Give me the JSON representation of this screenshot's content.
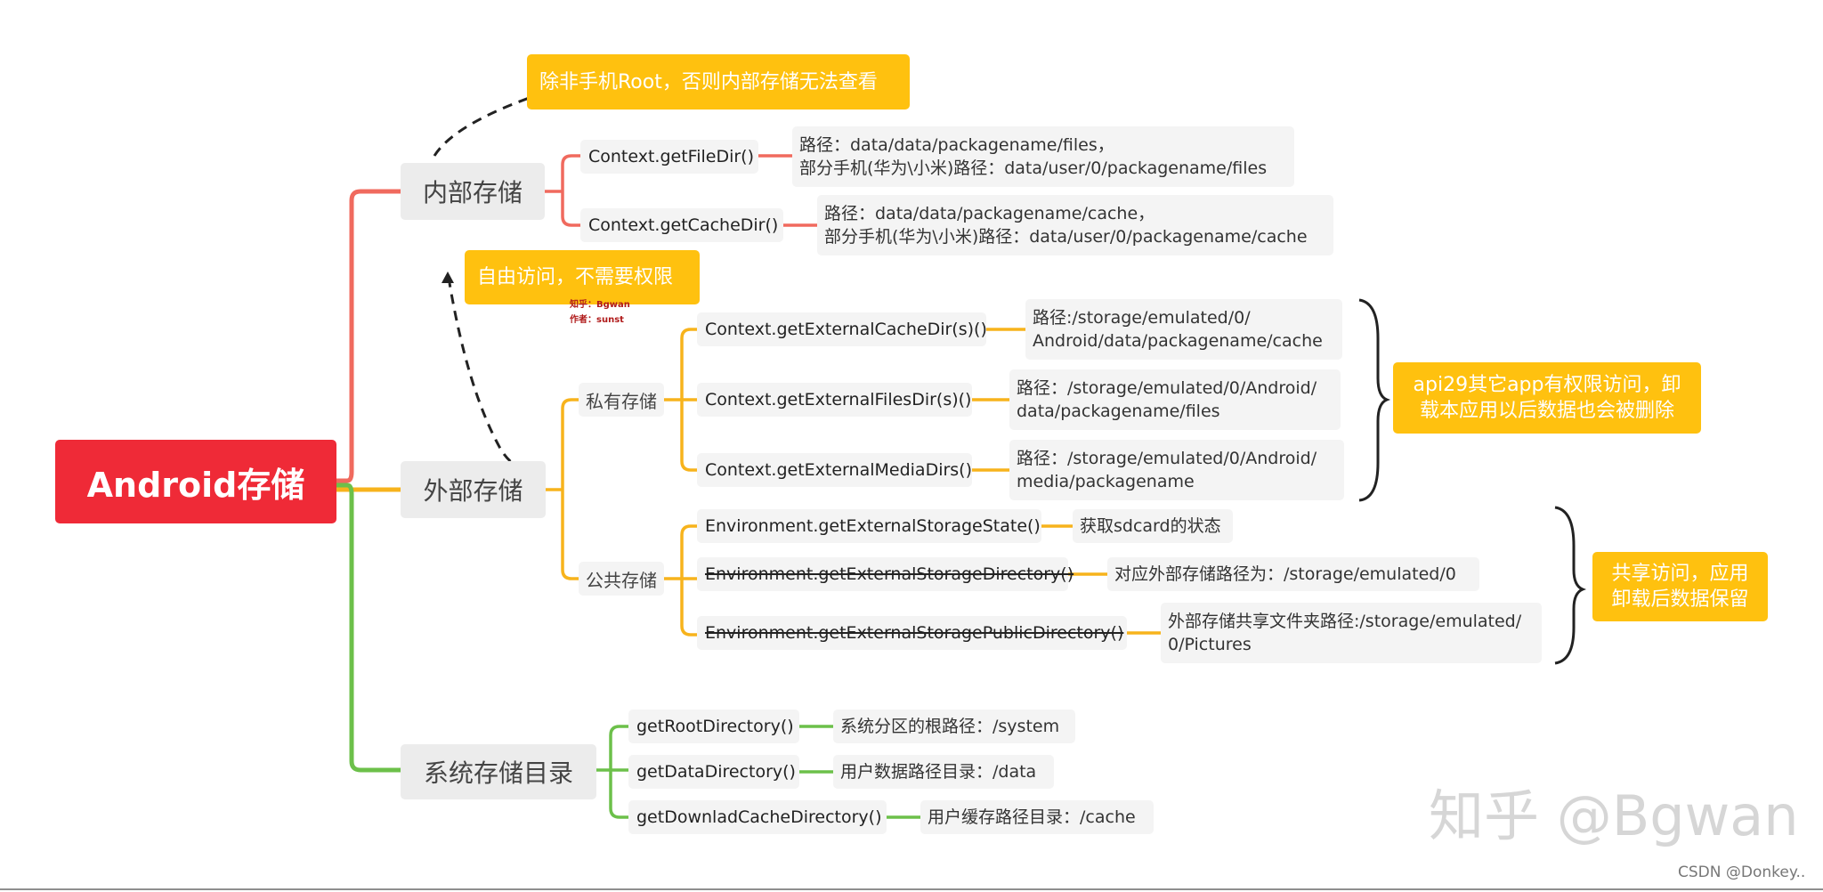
{
  "colors": {
    "root": "#ef2a37",
    "internal_branch": "#f06a5e",
    "external_branch": "#f7b31c",
    "system_branch": "#6cc04a",
    "note": "#ffc10f",
    "node_bg": "#f4f4f4"
  },
  "root": "Android存储",
  "branches": {
    "internal": {
      "label": "内部存储",
      "note": "除非手机Root，否则内部存储无法查看",
      "items": [
        {
          "method": "Context.getFileDir()",
          "path_line1": "路径：data/data/packagename/files，",
          "path_line2": "部分手机(华为\\小米)路径：data/user/0/packagename/files"
        },
        {
          "method": "Context.getCacheDir()",
          "path_line1": "路径：data/data/packagename/cache，",
          "path_line2": "部分手机(华为\\小米)路径：data/user/0/packagename/cache"
        }
      ]
    },
    "external": {
      "label": "外部存储",
      "note": "自由访问，不需要权限",
      "private": {
        "label": "私有存储",
        "note": "api29其它app有权限访问，卸载本应用以后数据也会被删除",
        "items": [
          {
            "method": "Context.getExternalCacheDir(s)()",
            "path_line1": "路径:/storage/emulated/0/",
            "path_line2": "Android/data/packagename/cache"
          },
          {
            "method": "Context.getExternalFilesDir(s)()",
            "path_line1": "路径：/storage/emulated/0/Android/",
            "path_line2": "data/packagename/files"
          },
          {
            "method": "Context.getExternalMediaDirs()",
            "path_line1": "路径：/storage/emulated/0/Android/",
            "path_line2": "media/packagename"
          }
        ]
      },
      "public": {
        "label": "公共存储",
        "note": "共享访问，应用卸载后数据保留",
        "items": [
          {
            "method": "Environment.getExternalStorageState()",
            "path_line1": "获取sdcard的状态",
            "path_line2": ""
          },
          {
            "method": "Environment.getExternalStorageDirectory()",
            "path_line1": "对应外部存储路径为：/storage/emulated/0",
            "path_line2": ""
          },
          {
            "method": "Environment.getExternalStoragePublicDirectory()",
            "path_line1": "外部存储共享文件夹路径:/storage/emulated/",
            "path_line2": "0/Pictures"
          }
        ]
      }
    },
    "system": {
      "label": "系统存储目录",
      "items": [
        {
          "method": "getRootDirectory()",
          "path_line1": "系统分区的根路径：/system"
        },
        {
          "method": "getDataDirectory()",
          "path_line1": "用户数据路径目录：/data"
        },
        {
          "method": "getDownladCacheDirectory()",
          "path_line1": "用户缓存路径目录：/cache"
        }
      ]
    }
  },
  "small_watermark": {
    "line1": "知乎：Bgwan",
    "line2": "作者：sunst"
  },
  "watermark": "知乎 @Bgwan",
  "credit": "CSDN @Donkey.."
}
